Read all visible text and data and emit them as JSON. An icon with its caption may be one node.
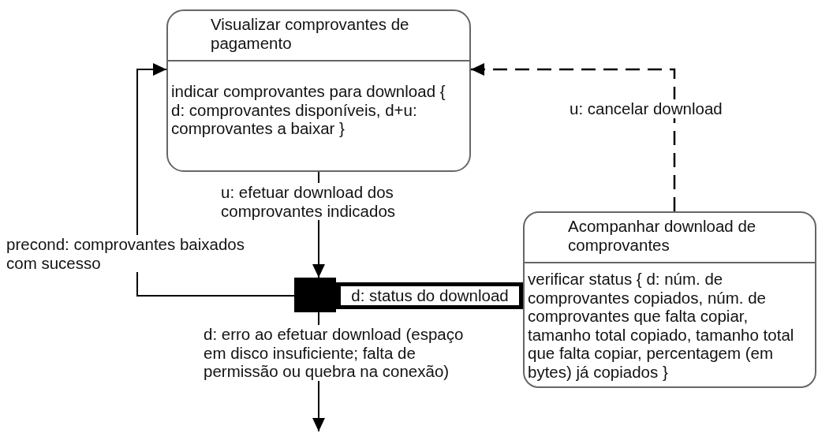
{
  "diagram": {
    "nodes": [
      {
        "text": [
          "Visualizar comprovantes de pagamento",
          "indicar comprovantes para download { d: comprovantes disponíveis, d+u: comprovantes a baixar }"
        ]
      },
      {
        "text": [],
        "shape": "box"
      },
      {
        "text": [
          "Acompanhar download de comprovantes",
          "verificar status { d: núm. de comprovantes copiados, núm. de comprovantes que falta copiar, tamanho total copiado, tamanho total que falta copiar, percentagem (em bytes) já copiados }"
        ]
      }
    ],
    "edges": [
      {
        "from": 0,
        "to": 1,
        "arrow": "to",
        "label": "u: efetuar download dos comprovantes indicados"
      },
      {
        "from": 1,
        "to": 0,
        "arrow": "to",
        "label": "precond: comprovantes baixados com sucesso"
      },
      {
        "from": 1,
        "to": 2,
        "arrow": "none",
        "style": "thick",
        "label": "d: status do download"
      },
      {
        "from": 2,
        "to": 0,
        "arrow": "to",
        "style": "dashed",
        "label": "u: cancelar download"
      },
      {
        "from": 1,
        "to": null,
        "arrow": "to",
        "label": "d: erro ao efetuar download (espaço em disco insuficiente; falta de permissão ou quebra na conexão)"
      }
    ]
  }
}
